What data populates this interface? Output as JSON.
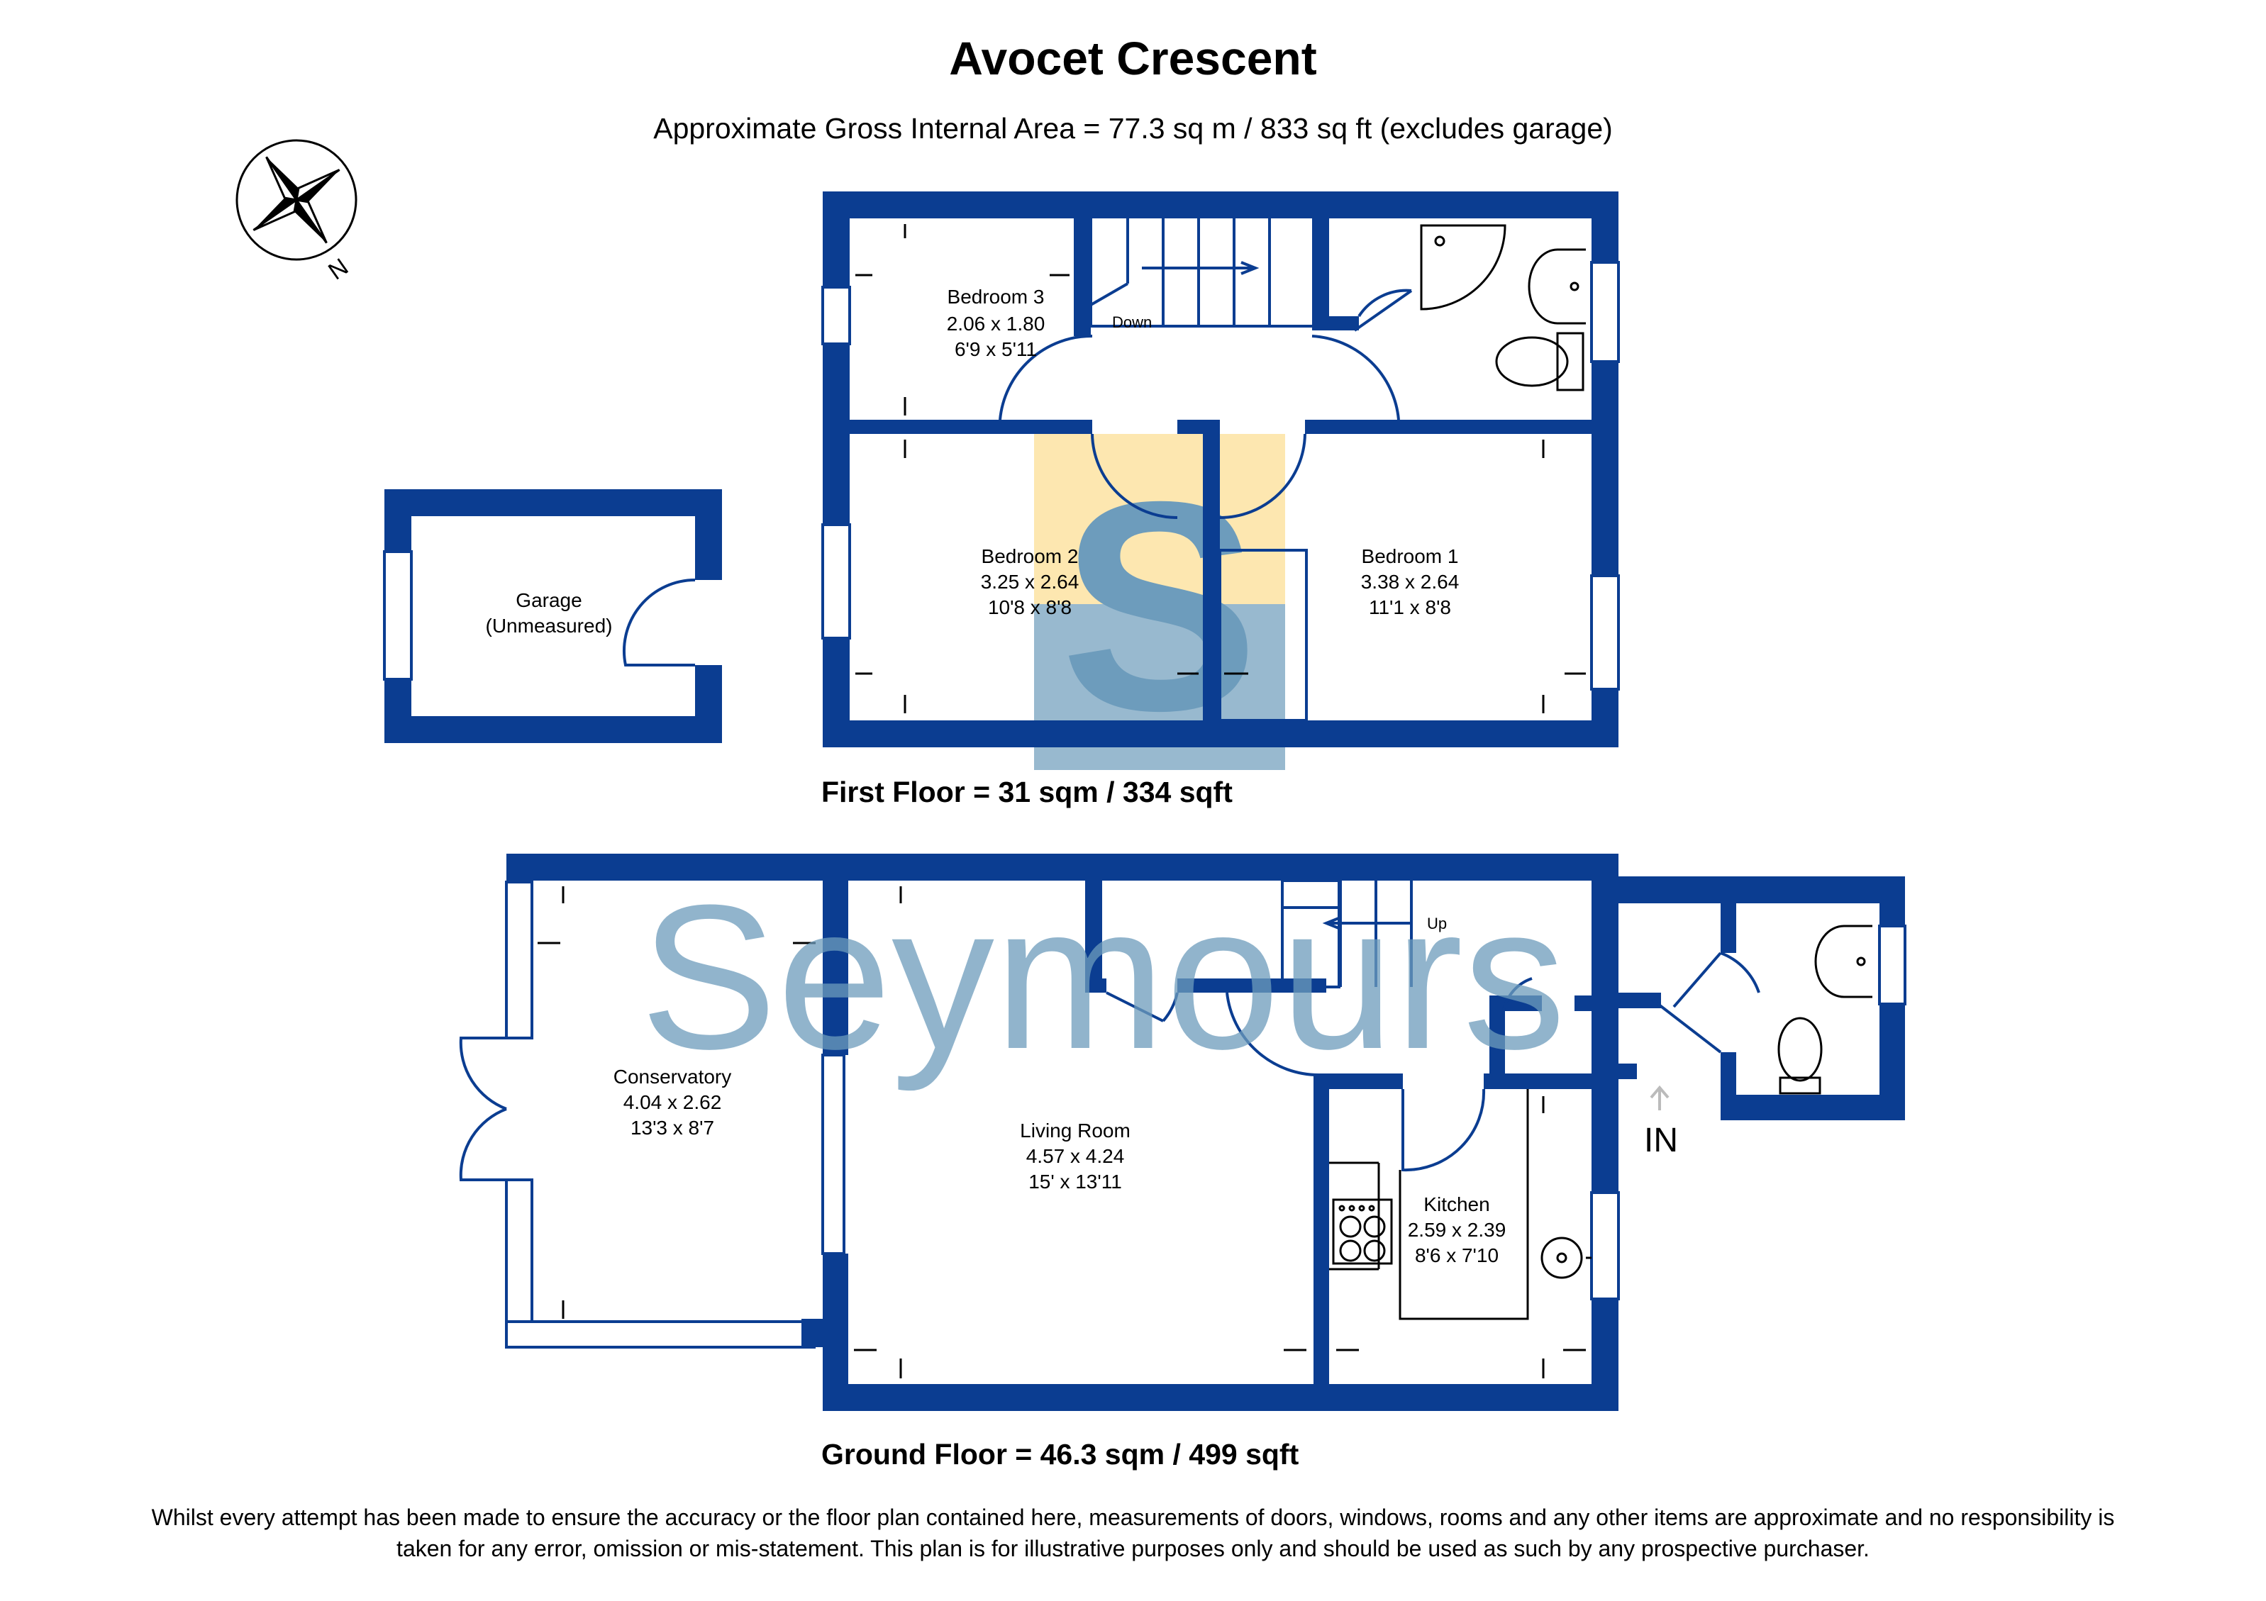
{
  "title": "Avocet Crescent",
  "subtitle": "Approximate Gross Internal Area = 77.3 sq m / 833 sq ft (excludes garage)",
  "compass": {
    "label": "N"
  },
  "floors": {
    "first": {
      "label": "First Floor = 31 sqm / 334 sqft"
    },
    "ground": {
      "label": "Ground Floor = 46.3 sqm / 499 sqft"
    }
  },
  "rooms": {
    "bedroom3": {
      "name": "Bedroom 3",
      "metric": "2.06 x 1.80",
      "imperial": "6'9 x 5'11"
    },
    "bedroom2": {
      "name": "Bedroom 2",
      "metric": "3.25 x 2.64",
      "imperial": "10'8 x 8'8"
    },
    "bedroom1": {
      "name": "Bedroom 1",
      "metric": "3.38 x 2.64",
      "imperial": "11'1 x 8'8"
    },
    "garage": {
      "name": "Garage",
      "metric": "(Unmeasured)"
    },
    "conservatory": {
      "name": "Conservatory",
      "metric": "4.04 x 2.62",
      "imperial": "13'3 x 8'7"
    },
    "living": {
      "name": "Living Room",
      "metric": "4.57 x 4.24",
      "imperial": "15' x 13'11"
    },
    "kitchen": {
      "name": "Kitchen",
      "metric": "2.59 x 2.39",
      "imperial": "8'6 x 7'10"
    }
  },
  "stairs": {
    "down": "Down",
    "up": "Up"
  },
  "entrance": "IN",
  "watermark": {
    "text": "Seymours",
    "logo_letter": "S",
    "colors": {
      "blue": "#6d9cbc",
      "yellow": "#fde7b0"
    }
  },
  "wall_color": "#0b3d91",
  "disclaimer": "Whilst every attempt has been made to ensure the accuracy or the floor plan contained here, measurements of doors, windows, rooms and any other items are approximate and no responsibility is taken for any error, omission or mis-statement. This plan is for illustrative purposes only and should be used as such by any prospective purchaser."
}
